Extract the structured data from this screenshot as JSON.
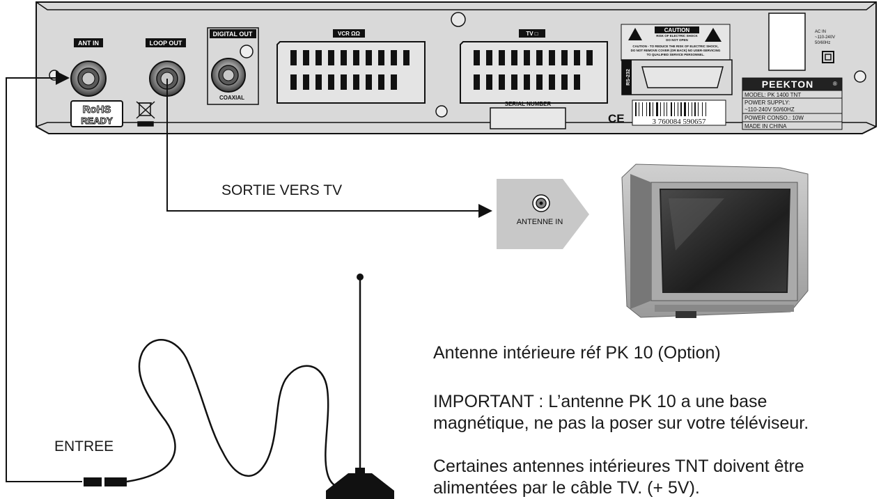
{
  "panel": {
    "ant_in": "ANT IN",
    "loop_out": "LOOP OUT",
    "digital_out": "DIGITAL OUT",
    "coaxial": "COAXIAL",
    "vcr": "VCR ΩΩ",
    "tv": "TV □",
    "rohs_line1": "RoHS",
    "rohs_line2": "READY",
    "rs232": "RS-232",
    "serial_number": "SERIAL NUMBER",
    "ce": "CE",
    "barcode_digits": "3 760084 590657",
    "caution_title": "CAUTION",
    "caution_sub1": "RISK OF ELECTRIC SHOCK",
    "caution_sub2": "DO NOT OPEN",
    "caution_text1": "CAUTION - TO REDUCE THE RISK OF ELECTRIC SHOCK,",
    "caution_text2": "DO NOT REMOVE COVER (OR BACK) NO USER-SERVICING",
    "caution_text3": "TO QUALIFIED SERVICE PERSONNEL.",
    "ac_line1": "AC IN",
    "ac_line2": "~110-240V",
    "ac_line3": "50/60Hz",
    "brand": "PEEKTON",
    "brand_mark": "®",
    "spec_model": "MODEL: PK 1400 TNT",
    "spec_supply": "POWER SUPPLY:",
    "spec_voltage": "~110-240V 50/60HZ",
    "spec_conso": "POWER CONSO.: 10W",
    "spec_made": "MADE IN CHINA"
  },
  "labels": {
    "sortie": "SORTIE VERS TV",
    "antenne_in": "ANTENNE IN",
    "entree": "ENTREE"
  },
  "notes": {
    "line1": "Antenne intérieure réf PK 10 (Option)",
    "line2a": "IMPORTANT : L’antenne PK 10 a une base",
    "line2b": "magnétique, ne pas la poser sur votre téléviseur.",
    "line3a": "Certaines antennes intérieures TNT doivent être",
    "line3b": "alimentées par le câble TV. (+ 5V)."
  }
}
